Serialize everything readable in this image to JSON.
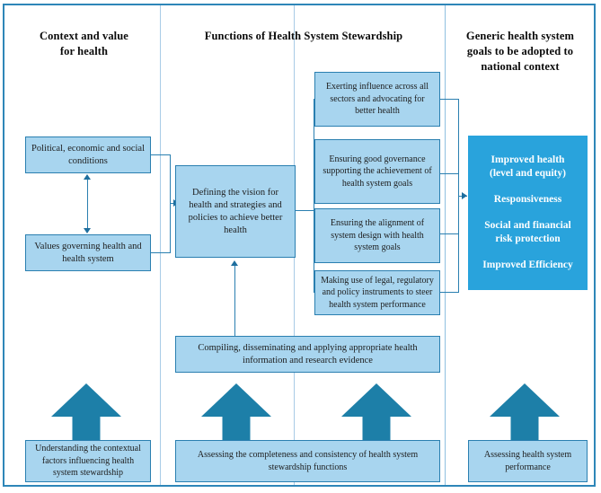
{
  "diagram": {
    "columns": [
      {
        "id": "context",
        "title": "Context and value\nfor health"
      },
      {
        "id": "functions",
        "title": "Functions of Health System Stewardship"
      },
      {
        "id": "goals",
        "title": "Generic health system\ngoals to be adopted to\nnational context"
      }
    ],
    "boxes": {
      "political": "Political, economic and social conditions",
      "values": "Values governing health and health system",
      "vision": "Defining the vision for health and strategies and policies to achieve better health",
      "influence": "Exerting influence across all sectors and advocating for better health",
      "governance": "Ensuring good governance supporting the achievement of health system goals",
      "alignment": "Ensuring the alignment of system design with health system goals",
      "instruments": "Making use of legal, regulatory and policy instruments to steer health system performance",
      "information": "Compiling, disseminating and applying appropriate health information and research evidence",
      "bottom_context": "Understanding the contextual factors influencing health system stewardship",
      "bottom_functions": "Assessing the completeness and consistency of health system stewardship functions",
      "bottom_goals": "Assessing health system performance"
    },
    "goals_box": {
      "items": [
        "Improved health\n(level and equity)",
        "Responsiveness",
        "Social and financial\nrisk protection",
        "Improved Efficiency"
      ]
    },
    "colors": {
      "frame_border": "#2e86b8",
      "box_fill": "#a8d5ef",
      "box_border": "#2a7fb0",
      "goal_fill": "#29a3dc",
      "arrow_fill": "#1d7fa8",
      "divider": "#a8cbe6",
      "text": "#1d1d1d"
    }
  }
}
